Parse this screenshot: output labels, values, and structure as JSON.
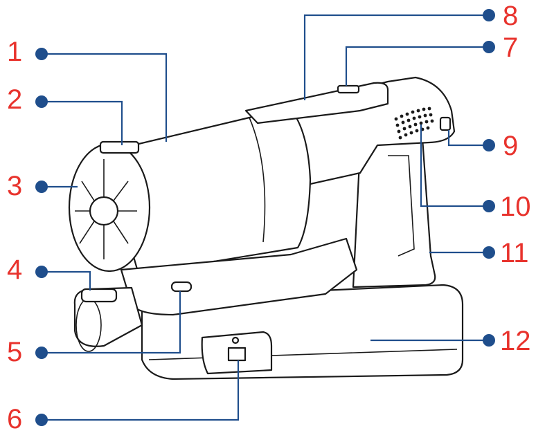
{
  "callouts": [
    {
      "number": "1"
    },
    {
      "number": "2"
    },
    {
      "number": "3"
    },
    {
      "number": "4"
    },
    {
      "number": "5"
    },
    {
      "number": "6"
    },
    {
      "number": "7"
    },
    {
      "number": "8"
    },
    {
      "number": "9"
    },
    {
      "number": "10"
    },
    {
      "number": "11"
    },
    {
      "number": "12"
    }
  ],
  "colors": {
    "number_text": "#e8332d",
    "leader_line": "#1f4e8c",
    "outline": "#1a1a1a"
  }
}
